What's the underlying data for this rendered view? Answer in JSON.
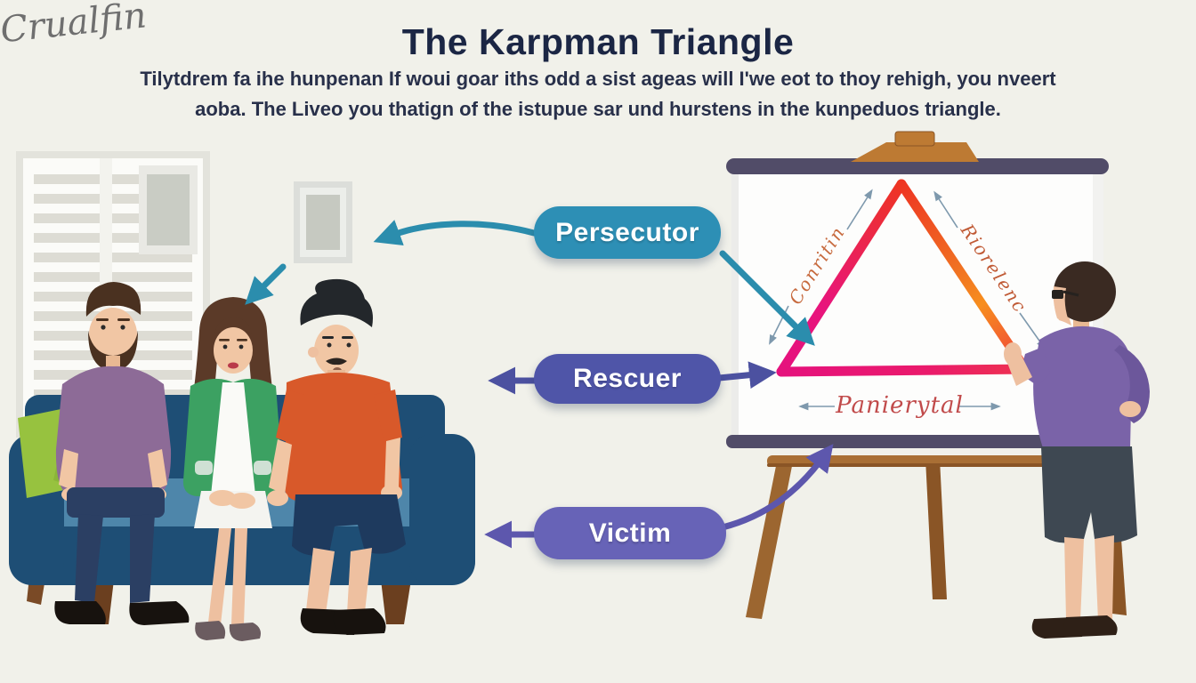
{
  "header": {
    "title": "The Karpman Triangle",
    "subtitle_line1": "Tilytdrem fa ihe hunpenan If woui goar iths odd a sist ageas will I'we eot to thoy rehigh, you nveert",
    "subtitle_line2": "aoba. The Liveo you thatign of the istupue sar und hurstens in the kunpeduos triangle."
  },
  "roles": [
    {
      "label": "Persecutor",
      "color": "#2d8fb5"
    },
    {
      "label": "Rescuer",
      "color": "#4f55a8"
    },
    {
      "label": "Victim",
      "color": "#6763b7"
    }
  ],
  "board": {
    "left_edge_label": "Conritin",
    "right_edge_label": "Riorelenc",
    "bottom_label": "Panierytal"
  },
  "signature": "Crualfin",
  "colors": {
    "background": "#f1f1ea",
    "title_navy": "#1b2644",
    "arrow_teal": "#2b8dad",
    "arrow_purple": "#4c51a0",
    "arrow_violet": "#5d57ad",
    "triangle_red": "#ee3522",
    "triangle_magenta": "#e5127d",
    "triangle_orange": "#f78e1e",
    "couch_blue": "#1e4e75",
    "board_bar": "#514c68",
    "edge_arrow_gray": "#7e99ad"
  }
}
